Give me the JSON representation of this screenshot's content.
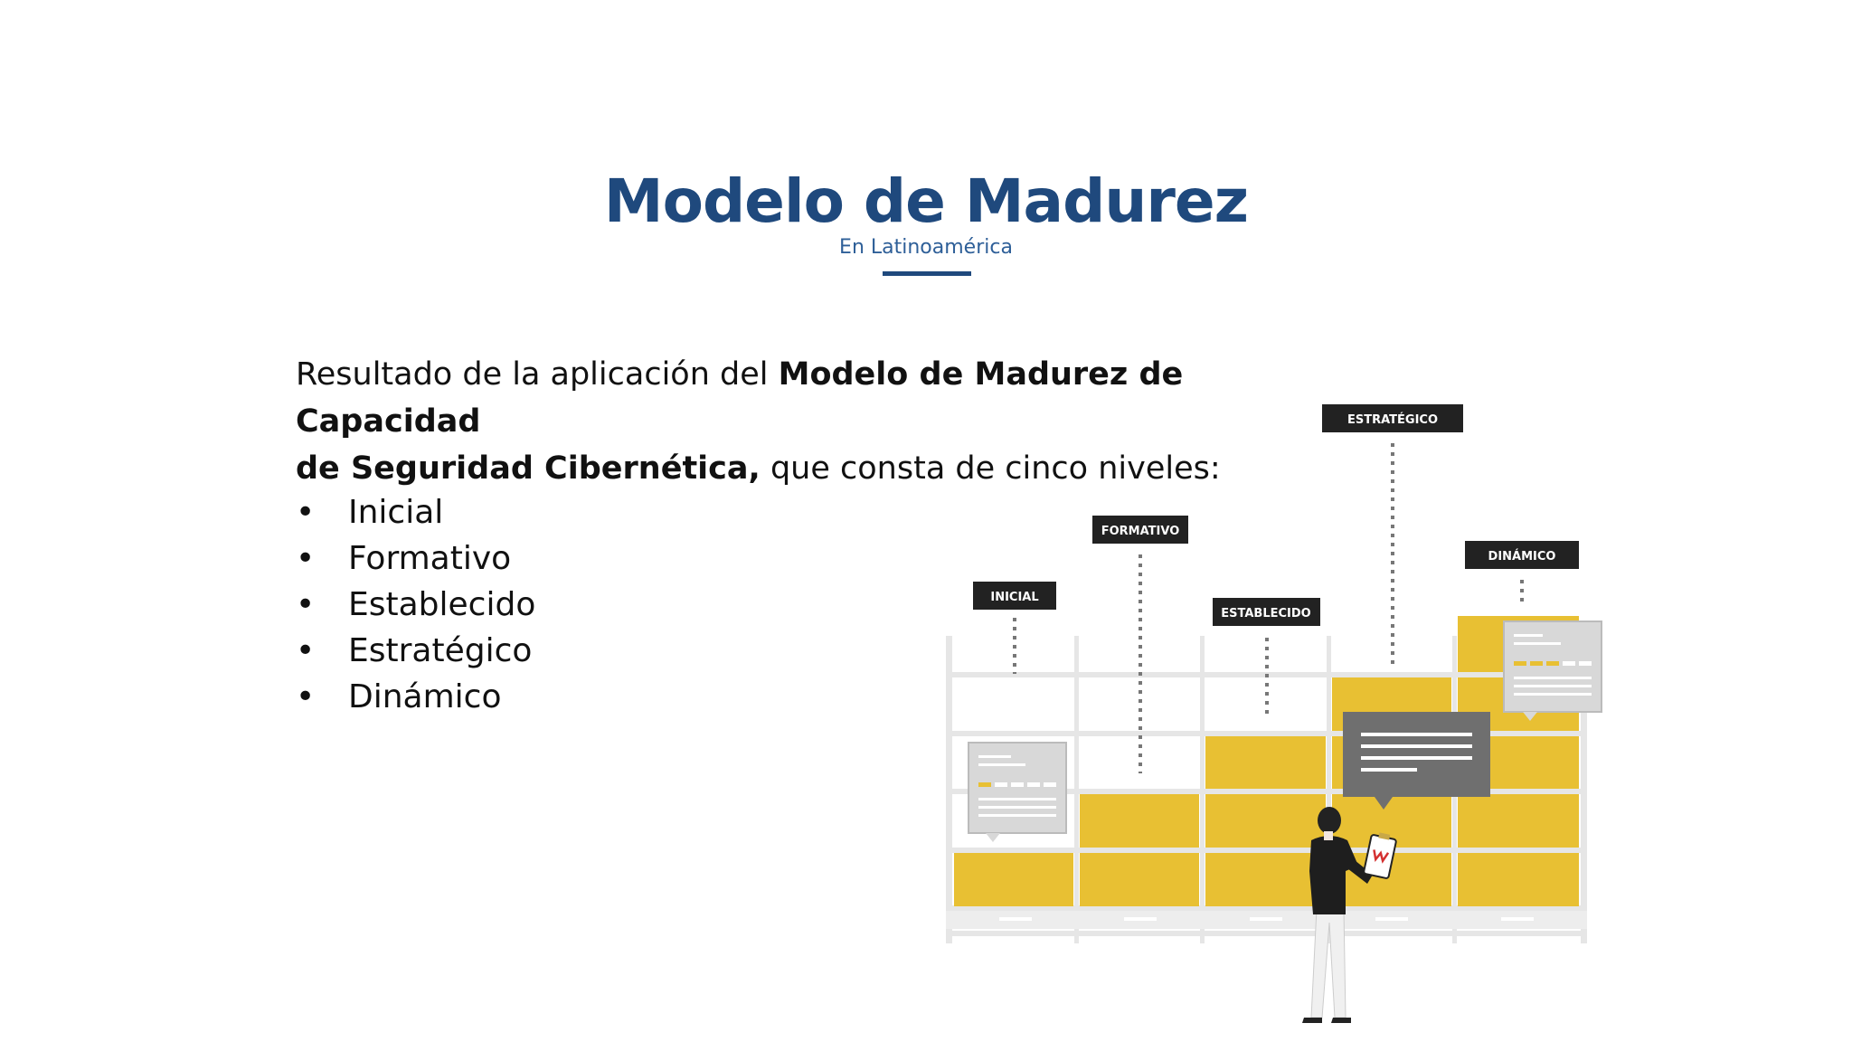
{
  "slide": {
    "title": "Modelo de Madurez",
    "subtitle": "En Latinoamérica",
    "intro": {
      "part1": "Resultado de la aplicación del ",
      "bold1": "Modelo de Madurez de Capacidad",
      "bold2": "de Seguridad Cibernética,",
      "part2": " que consta de cinco niveles:"
    },
    "bullet_char": "•",
    "levels": [
      "Inicial",
      "Formativo",
      "Establecido",
      "Estratégico",
      "Dinámico"
    ],
    "illustration": {
      "labels": [
        "INICIAL",
        "FORMATIVO",
        "ESTABLECIDO",
        "ESTRATÉGICO",
        "DINÁMICO"
      ],
      "colors": {
        "title": "#1f497d",
        "yellow": "#e8c033",
        "label_bg": "#222222",
        "shelf": "#e6e6e6",
        "card": "#8a8a8a"
      }
    }
  }
}
